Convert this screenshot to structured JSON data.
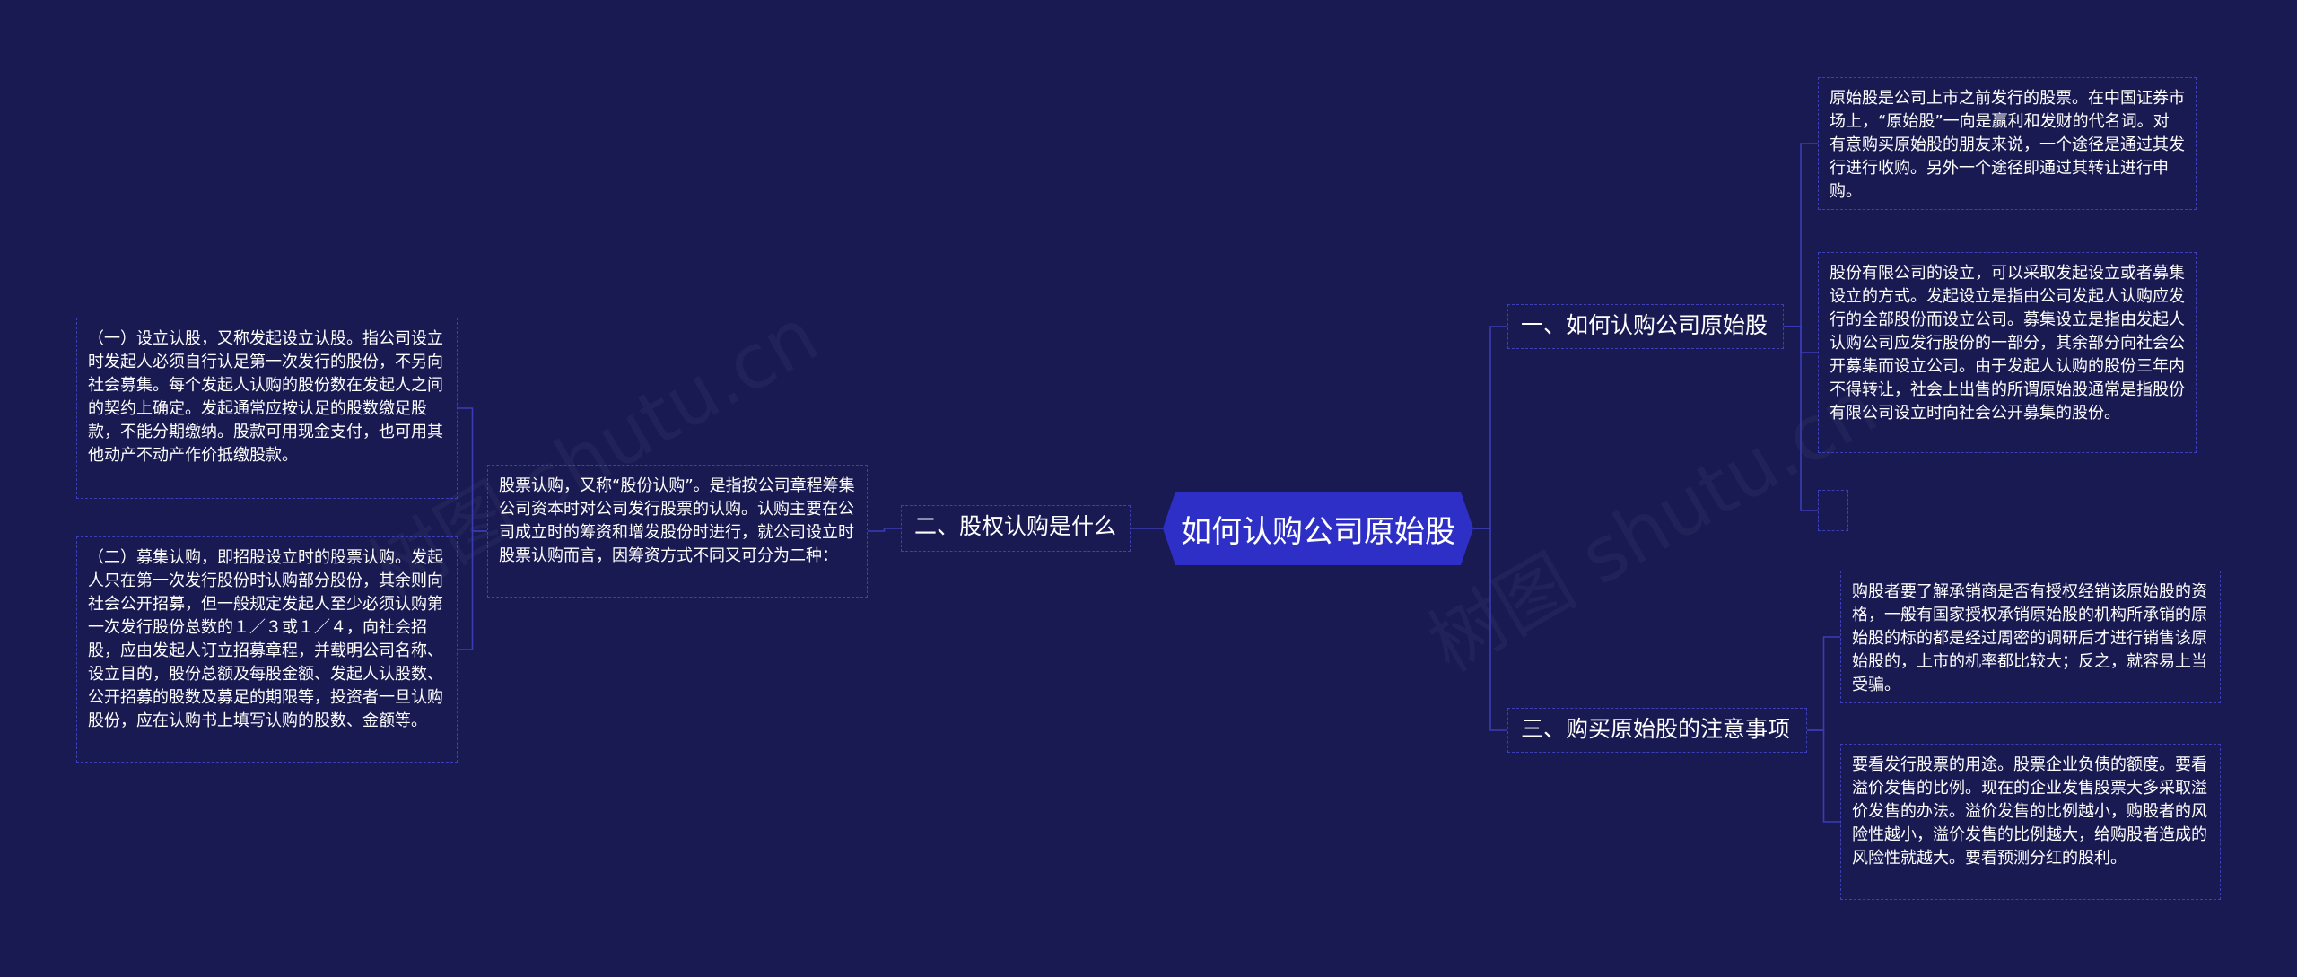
{
  "root": {
    "label": "如何认购公司原始股"
  },
  "branches": {
    "b1": {
      "label": "一、如何认购公司原始股"
    },
    "b2": {
      "label": "二、股权认购是什么"
    },
    "b3": {
      "label": "三、购买原始股的注意事项"
    }
  },
  "notes": {
    "n1a": "原始股是公司上市之前发行的股票。在中国证券市场上，“原始股”一向是赢利和发财的代名词。对有意购买原始股的朋友来说，一个途径是通过其发行进行收购。另外一个途径即通过其转让进行申购。",
    "n1b": "股份有限公司的设立，可以采取发起设立或者募集设立的方式。发起设立是指由公司发起人认购应发行的全部股份而设立公司。募集设立是指由发起人认购公司应发行股份的一部分，其余部分向社会公开募集而设立公司。由于发起人认购的股份三年内不得转让，社会上出售的所谓原始股通常是指股份有限公司设立时向社会公开募集的股份。",
    "n2": "股票认购，又称“股份认购”。是指按公司章程筹集公司资本时对公司发行股票的认购。认购主要在公司成立时的筹资和增发股份时进行，就公司设立时股票认购而言，因筹资方式不同又可分为二种：",
    "n2a": "（一）设立认股，又称发起设立认股。指公司设立时发起人必须自行认足第一次发行的股份，不另向社会募集。每个发起人认购的股份数在发起人之间的契约上确定。发起通常应按认足的股数缴足股款，不能分期缴纳。股款可用现金支付，也可用其他动产不动产作价抵缴股款。",
    "n2b": "（二）募集认购，即招股设立时的股票认购。发起人只在第一次发行股份时认购部分股份，其余则向社会公开招募，但一般规定发起人至少必须认购第一次发行股份总数的１／３或１／４，向社会招股，应由发起人订立招募章程，并载明公司名称、设立目的，股份总额及每股金额、发起人认股数、公开招募的股数及募足的期限等，投资者一旦认购股份，应在认购书上填写认购的股数、金额等。",
    "n3a": "购股者要了解承销商是否有授权经销该原始股的资格，一般有国家授权承销原始股的机构所承销的原始股的标的都是经过周密的调研后才进行销售该原始股的，上市的机率都比较大；反之，就容易上当受骗。",
    "n3b": "要看发行股票的用途。股票企业负债的额度。要看溢价发售的比例。现在的企业发售股票大多采取溢价发售的办法。溢价发售的比例越小，购股者的风险性越小，溢价发售的比例越大，给购股者造成的风险性就越大。要看预测分红的股利。"
  },
  "colors": {
    "background": "#191a52",
    "root_fill": "#2e2fc7",
    "line": "#3a3cb5",
    "text": "#ffffff"
  }
}
